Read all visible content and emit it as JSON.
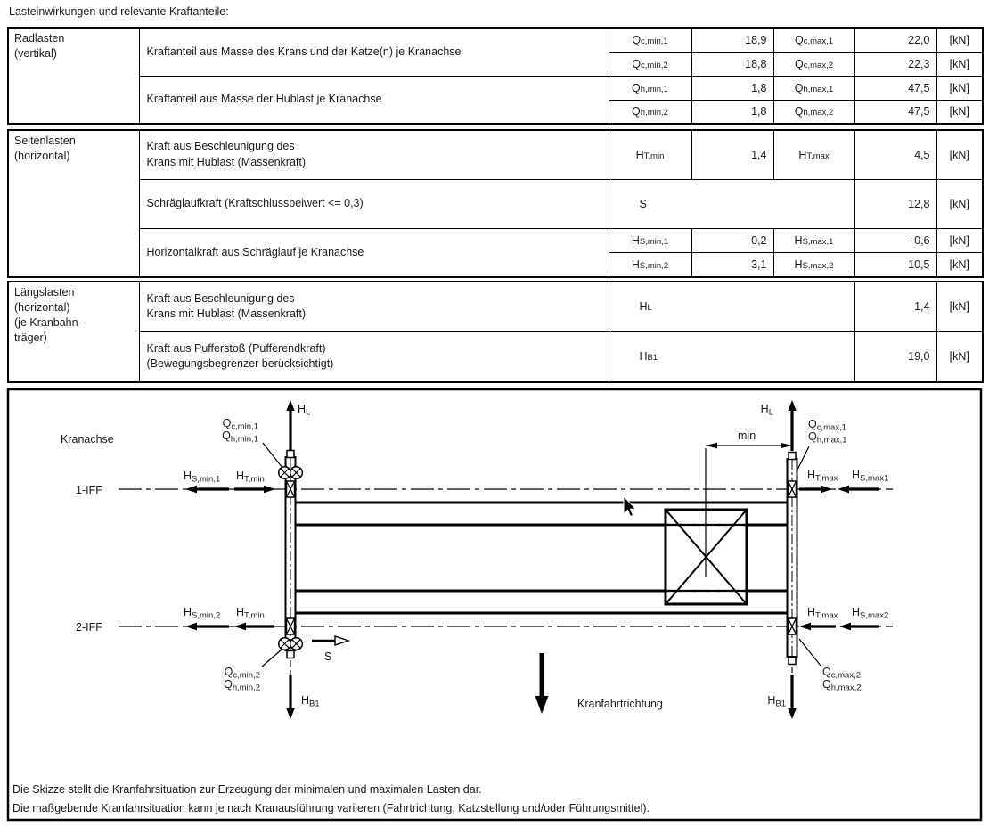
{
  "page": {
    "title": "Lasteinwirkungen und relevante Kraftanteile:"
  },
  "table": {
    "unit": "[kN]",
    "sections": [
      {
        "category": "Radlasten\n(vertikal)",
        "groups": [
          {
            "desc": "Kraftanteil aus Masse des Krans und der Katze(n) je Kranachse",
            "rows": [
              {
                "smin": {
                  "m": "Q",
                  "s": "c,min,1"
                },
                "vmin": "18,9",
                "smax": {
                  "m": "Q",
                  "s": "c,max,1"
                },
                "vmax": "22,0"
              },
              {
                "smin": {
                  "m": "Q",
                  "s": "c,min,2"
                },
                "vmin": "18,8",
                "smax": {
                  "m": "Q",
                  "s": "c,max,2"
                },
                "vmax": "22,3"
              }
            ]
          },
          {
            "desc": "Kraftanteil aus Masse der Hublast je Kranachse",
            "rows": [
              {
                "smin": {
                  "m": "Q",
                  "s": "h,min,1"
                },
                "vmin": "1,8",
                "smax": {
                  "m": "Q",
                  "s": "h,max,1"
                },
                "vmax": "47,5"
              },
              {
                "smin": {
                  "m": "Q",
                  "s": "h,min,2"
                },
                "vmin": "1,8",
                "smax": {
                  "m": "Q",
                  "s": "h,max,2"
                },
                "vmax": "47,5"
              }
            ]
          }
        ]
      },
      {
        "category": "Seitenlasten\n(horizontal)",
        "row_ht": {
          "desc": "Kraft aus Beschleunigung des\nKrans mit Hublast (Massenkraft)",
          "smin": {
            "m": "H",
            "s": "T,min"
          },
          "vmin": "1,4",
          "smax": {
            "m": "H",
            "s": "T,max"
          },
          "vmax": "4,5"
        },
        "row_s": {
          "desc": "Schräglaufkraft (Kraftschlussbeiwert <= 0,3)",
          "sym": {
            "m": "S",
            "s": ""
          },
          "val": "12,8"
        },
        "row_hs": {
          "desc": "Horizontalkraft aus Schräglauf je Kranachse",
          "rows": [
            {
              "smin": {
                "m": "H",
                "s": "S,min,1"
              },
              "vmin": "-0,2",
              "smax": {
                "m": "H",
                "s": "S,max,1"
              },
              "vmax": "-0,6"
            },
            {
              "smin": {
                "m": "H",
                "s": "S,min,2"
              },
              "vmin": "3,1",
              "smax": {
                "m": "H",
                "s": "S,max,2"
              },
              "vmax": "10,5"
            }
          ]
        }
      },
      {
        "category": "Längslasten\n(horizontal)\n(je Kranbahn-\nträger)",
        "rows": [
          {
            "desc": "Kraft aus Beschleunigung des\nKrans mit Hublast (Massenkraft)",
            "sym": {
              "m": "H",
              "s": "L"
            },
            "val": "1,4"
          },
          {
            "desc": "Kraft aus Pufferstoß (Pufferendkraft)\n(Bewegungsbegrenzer berücksichtigt)",
            "sym": {
              "m": "H",
              "s": "B1"
            },
            "val": "19,0"
          }
        ]
      }
    ]
  },
  "diagram": {
    "kranachse": "Kranachse",
    "axis1": "1-IFF",
    "axis2": "2-IFF",
    "min_dim": "min",
    "s_label": "S",
    "kranfahrtrichtung": "Kranfahrtrichtung",
    "labels": {
      "qc_min_1": {
        "m": "Q",
        "s": "c,min,1"
      },
      "qh_min_1": {
        "m": "Q",
        "s": "h,min,1"
      },
      "qc_min_2": {
        "m": "Q",
        "s": "c,min,2"
      },
      "qh_min_2": {
        "m": "Q",
        "s": "h,min,2"
      },
      "qc_max_1": {
        "m": "Q",
        "s": "c,max,1"
      },
      "qh_max_1": {
        "m": "Q",
        "s": "h,max,1"
      },
      "qc_max_2": {
        "m": "Q",
        "s": "c,max,2"
      },
      "qh_max_2": {
        "m": "Q",
        "s": "h,max,2"
      },
      "hs_min_1": {
        "m": "H",
        "s": "S,min,1"
      },
      "hs_min_2": {
        "m": "H",
        "s": "S,min,2"
      },
      "ht_min": {
        "m": "H",
        "s": "T,min"
      },
      "ht_max": {
        "m": "H",
        "s": "T,max"
      },
      "hs_max1": {
        "m": "H",
        "s": "S,max1"
      },
      "hs_max2": {
        "m": "H",
        "s": "S,max2"
      },
      "hl": {
        "m": "H",
        "s": "L"
      },
      "hb1": {
        "m": "H",
        "s": "B1"
      }
    },
    "notes": [
      "Die Skizze stellt die Kranfahrsituation zur Erzeugung der minimalen und maximalen Lasten dar.",
      "Die maßgebende Kranfahrsituation kann je nach Kranausführung variieren (Fahrtrichtung, Katzstellung und/oder Führungsmittel)."
    ]
  },
  "colors": {
    "ink": "#1a1a1a",
    "line": "#000000",
    "background": "#ffffff"
  }
}
